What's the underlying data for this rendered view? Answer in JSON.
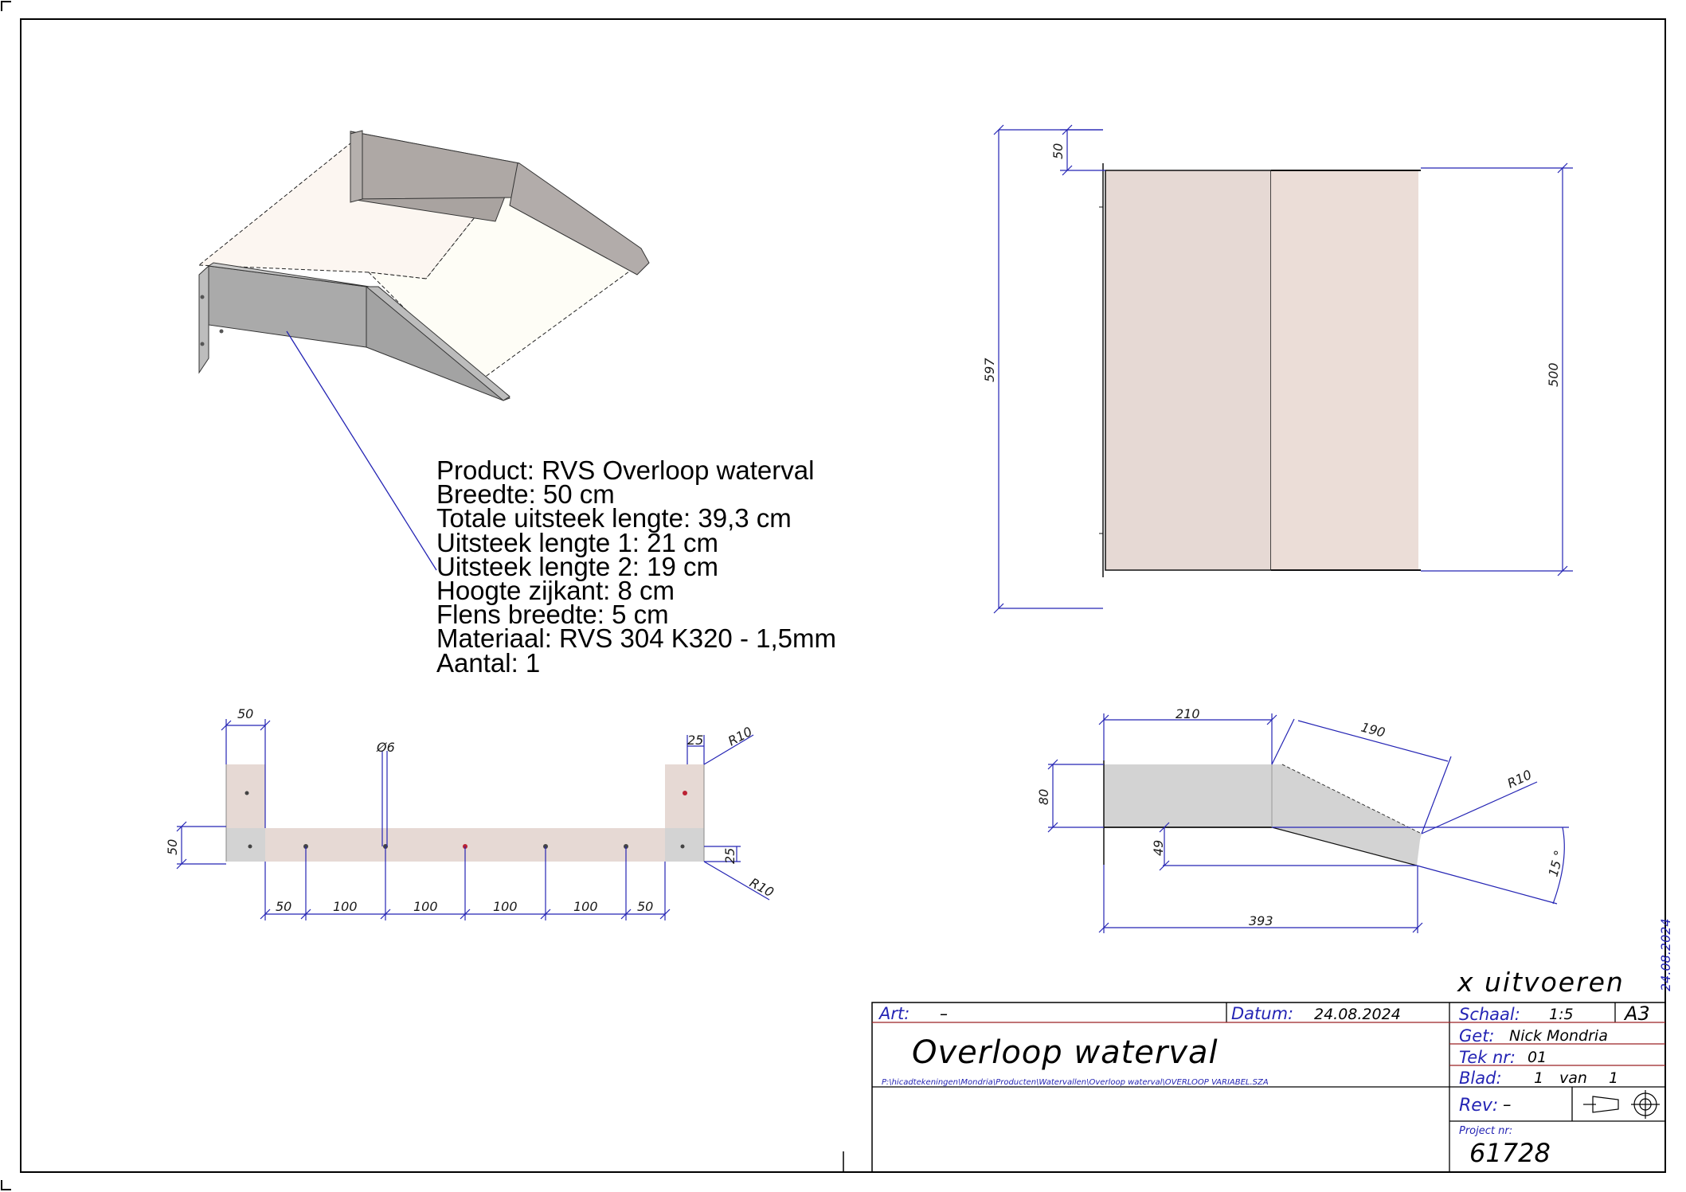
{
  "specs": {
    "lines": [
      "Product: RVS Overloop waterval",
      "Breedte: 50 cm",
      "Totale uitsteek lengte: 39,3 cm",
      "Uitsteek lengte 1: 21 cm",
      "Uitsteek lengte 2: 19 cm",
      "Hoogte zijkant: 8 cm",
      "Flens breedte: 5 cm",
      "Materiaal: RVS 304 K320 - 1,5mm",
      "Aantal: 1"
    ]
  },
  "views": {
    "top": {
      "dim_flange": "50",
      "dim_total": "597",
      "dim_width": "500"
    },
    "front": {
      "dim_flange": "50",
      "dim_hole": "Ø6",
      "dim_edge_tr": "25",
      "radius_tr": "R10",
      "dim_height": "50",
      "dim_edge_br": "25",
      "radius_br": "R10",
      "spacing": [
        "50",
        "100",
        "100",
        "100",
        "100",
        "50"
      ]
    },
    "side": {
      "dim_len1": "210",
      "dim_len2": "190",
      "radius": "R10",
      "dim_height": "80",
      "dim_drop": "49",
      "angle": "15 °",
      "dim_total": "393"
    }
  },
  "title_block": {
    "execute_note": "x uitvoeren",
    "date_stamp": "24.08.2024",
    "art_label": "Art:",
    "art_value": "–",
    "datum_label": "Datum:",
    "datum_value": "24.08.2024",
    "drawing_title": "Overloop waterval",
    "file_path": "P:\\hicadtekeningen\\Mondria\\Producten\\Watervallen\\Overloop waterval\\OVERLOOP VARIABEL.SZA",
    "schaal_label": "Schaal:",
    "schaal_value": "1:5",
    "sheet_size": "A3",
    "get_label": "Get:",
    "get_value": "Nick Mondria",
    "teknr_label": "Tek nr:",
    "teknr_value": "01",
    "blad_label": "Blad:",
    "blad_value": "1",
    "blad_van": "van",
    "blad_total": "1",
    "rev_label": "Rev:",
    "rev_value": "–",
    "project_label": "Project nr:",
    "project_value": "61728"
  },
  "colors": {
    "dimension": "#2424b4",
    "title_red": "#c2282e",
    "plate_fill": "#e6d9d4",
    "steel_fill": "#d3d3d3",
    "steel_dark": "#a9a3a0"
  }
}
